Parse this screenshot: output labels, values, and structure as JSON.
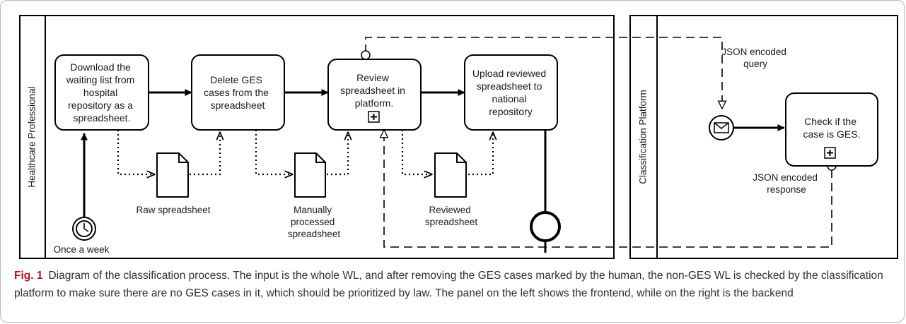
{
  "lanes": {
    "left": "Healthcare Professional",
    "right": "Classification Platform"
  },
  "tasks": {
    "download": [
      "Download the",
      "waiting list from",
      "hospital",
      "repository as a",
      "spreadsheet."
    ],
    "delete": [
      "Delete GES",
      "cases from the",
      "spreadsheet"
    ],
    "review": [
      "Review",
      "spreadsheet in",
      "platform."
    ],
    "upload": [
      "Upload reviewed",
      "spreadsheet to",
      "national",
      "repository"
    ],
    "check": [
      "Check if the",
      "case is GES."
    ]
  },
  "data_objects": {
    "raw": [
      "Raw spreadsheet"
    ],
    "manual": [
      "Manually",
      "processed",
      "spreadsheet"
    ],
    "reviewed": [
      "Reviewed",
      "spreadsheet"
    ]
  },
  "events": {
    "timer": "Once a week"
  },
  "messages": {
    "query": [
      "JSON encoded",
      "query"
    ],
    "response": [
      "JSON encoded",
      "response"
    ]
  },
  "caption": {
    "label": "Fig. 1",
    "text": "Diagram of the classification process. The input is the whole WL, and after removing the GES cases marked by the human, the non-GES WL is checked by the classification platform to make sure there are no GES cases in it, which should be prioritized by law. The panel on the left shows the frontend, while on the right is the backend"
  }
}
